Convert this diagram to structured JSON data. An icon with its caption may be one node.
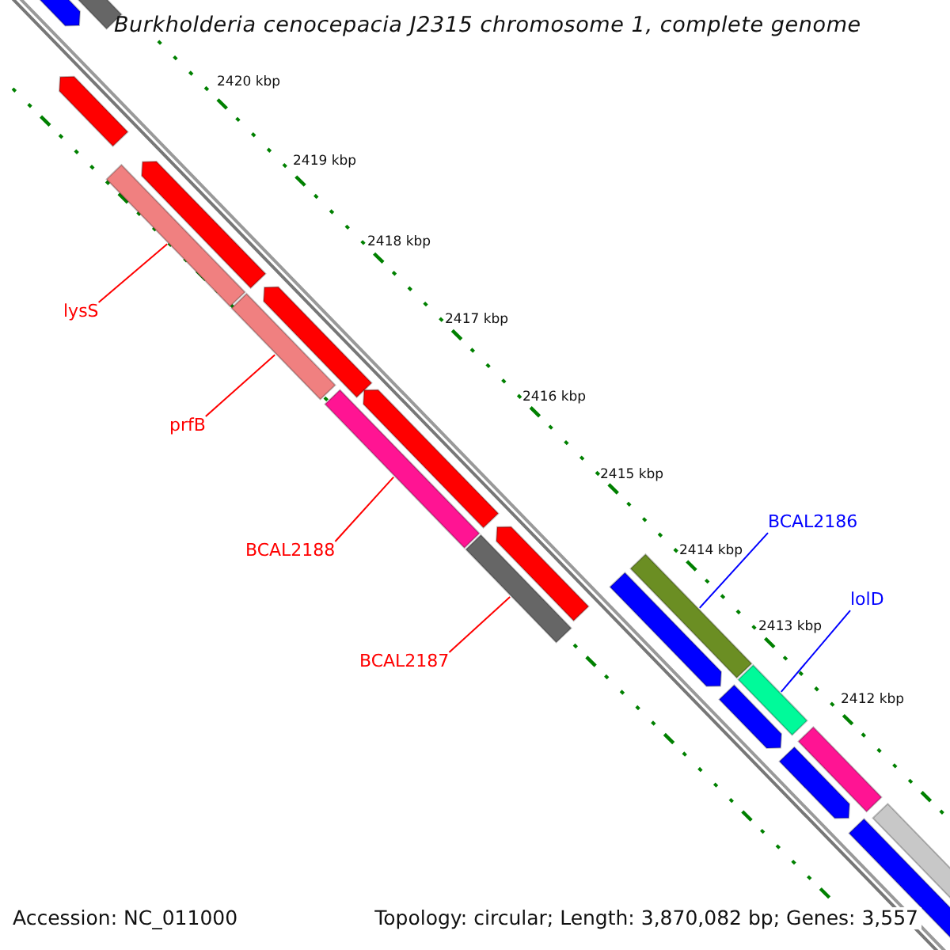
{
  "diagram": {
    "title": "Burkholderia cenocepacia J2315 chromosome 1, complete genome",
    "nodes": [
      {
        "text": [
          "lysS"
        ]
      },
      {
        "text": [
          "prfB"
        ]
      },
      {
        "text": [
          "BCAL2188"
        ]
      },
      {
        "text": [
          "BCAL2187"
        ]
      },
      {
        "text": [
          "BCAL2186"
        ]
      },
      {
        "text": [
          "lolD"
        ]
      },
      {
        "text": [],
        "shape": "arrow"
      },
      {
        "text": [],
        "shape": "arrow"
      },
      {
        "text": [],
        "shape": "bar"
      },
      {
        "text": [],
        "shape": "bar"
      },
      {
        "text": [],
        "shape": "arrow"
      },
      {
        "text": [],
        "shape": "bar"
      },
      {
        "text": [],
        "shape": "arrow"
      },
      {
        "text": [],
        "shape": "bar"
      },
      {
        "text": [],
        "shape": "arrow"
      },
      {
        "text": [],
        "shape": "bar"
      },
      {
        "text": [],
        "shape": "arrow"
      },
      {
        "text": [],
        "shape": "arrow"
      },
      {
        "text": [],
        "shape": "bar"
      },
      {
        "text": [],
        "shape": "arrow"
      },
      {
        "text": [],
        "shape": "bar"
      },
      {
        "text": [],
        "shape": "arrow"
      },
      {
        "text": [],
        "shape": "bar"
      },
      {
        "text": [],
        "shape": "arrow"
      },
      {
        "text": [],
        "shape": "bar"
      }
    ],
    "edges": [
      {
        "from": 0,
        "to": 9,
        "arrow": "none"
      },
      {
        "from": 1,
        "to": 11,
        "arrow": "none"
      },
      {
        "from": 2,
        "to": 13,
        "arrow": "none"
      },
      {
        "from": 3,
        "to": 15,
        "arrow": "none"
      },
      {
        "from": 4,
        "to": 18,
        "arrow": "none",
        "color": "#0000ff"
      },
      {
        "from": 5,
        "to": 20,
        "arrow": "none",
        "color": "#0000ff"
      }
    ],
    "labels": [
      "2420 kbp",
      "2419 kbp",
      "2418 kbp",
      "2417 kbp",
      "2416 kbp",
      "2415 kbp",
      "2414 kbp",
      "2413 kbp",
      "2412 kbp",
      "Accession: NC_011000",
      "Topology: circular; Length: 3,870,082 bp; Genes: 3,557"
    ]
  }
}
